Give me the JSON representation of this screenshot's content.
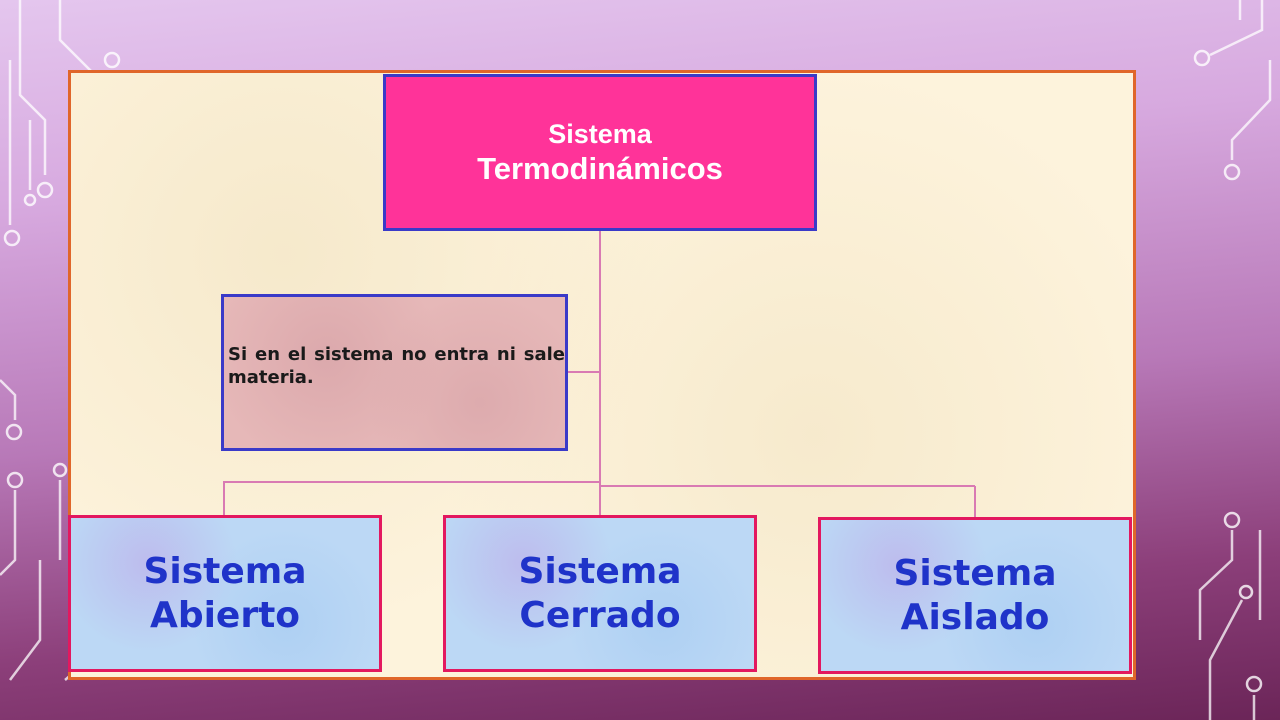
{
  "diagram": {
    "root": {
      "line1": "Sistema",
      "line2": "Termodinámicos"
    },
    "note": {
      "text": "Si en el sistema no entra ni sale materia."
    },
    "children": [
      {
        "line1": "Sistema",
        "line2": "Abierto"
      },
      {
        "line1": "Sistema",
        "line2": "Cerrado"
      },
      {
        "line1": "Sistema",
        "line2": "Aislado"
      }
    ]
  },
  "colors": {
    "root_fill": "#ff3399",
    "box_border": "#3a3ac8",
    "leaf_border": "#e3185f",
    "leaf_text": "#1f33c9",
    "panel_border": "#e0662a",
    "connector": "#d97ab3"
  }
}
